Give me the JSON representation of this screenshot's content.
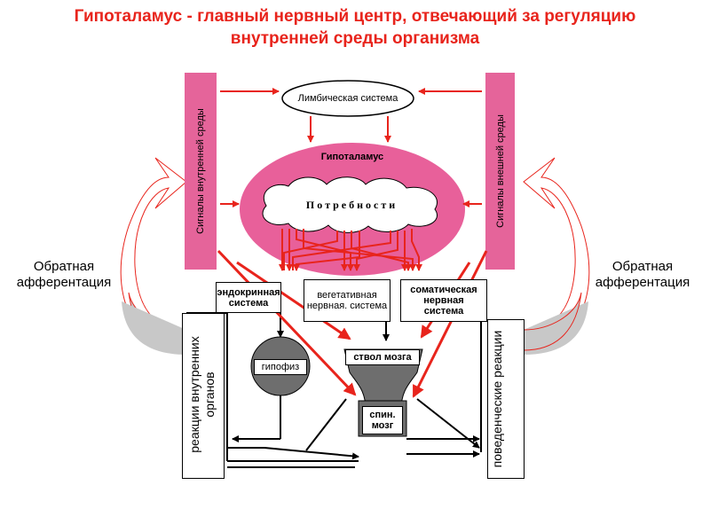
{
  "title": {
    "line1": "Гипоталамус - главный нервный центр, отвечающий за регуляцию",
    "line2": "внутренней среды организма"
  },
  "nodes": {
    "limbic": "Лимбическая система",
    "hypothalamus": "Гипоталамус",
    "needs": "П о т р е б н о с т и",
    "internal_signals": "Сигналы внутренней среды",
    "external_signals": "Сигналы внешней среды",
    "endocrine": "эндокринная система",
    "vegetative": "вегетативная нервная. система",
    "somatic": "соматическая нервная система",
    "pituitary": "гипофиз",
    "brainstem": "ствол мозга",
    "spinal": "спин. мозг",
    "internal_reactions": "реакции внутренних органов",
    "behavioral": "поведенческие реакции"
  },
  "feedback": {
    "left": "Обратная афферентация",
    "right": "Обратная афферентация"
  },
  "colors": {
    "title": "#e8241c",
    "arrow_red": "#e8241c",
    "pink_band": "#e5649a",
    "hypothalamus_fill": "#e8609a",
    "gray_fill": "#c8c8c8",
    "dark_node": "#6e6e6e"
  }
}
